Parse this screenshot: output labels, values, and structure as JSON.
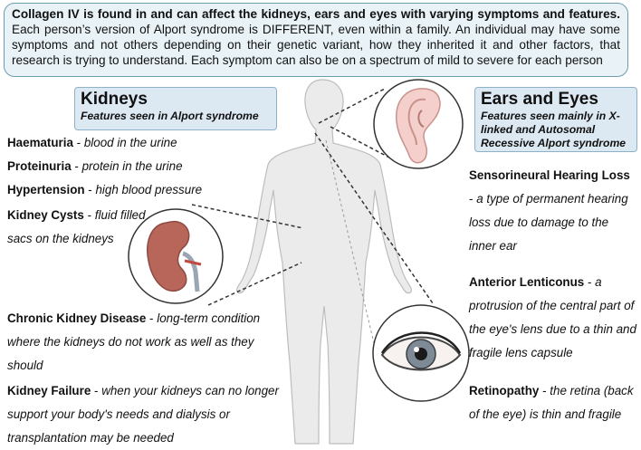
{
  "intro": {
    "lead": "Collagen IV is found in and can affect the kidneys, ears and eyes with varying symptoms and features.",
    "text": " Each person’s version of Alport syndrome is DIFFERENT, even within a family. An individual may have some symptoms and not others depending on their genetic variant, how they inherited it and other factors, that research is trying to understand. Each symptom can also be on a spectrum of mild to severe for each person"
  },
  "kidneys": {
    "title": "Kidneys",
    "subtitle": "Features seen in Alport syndrome",
    "features": [
      {
        "term": "Haematuria",
        "desc": "blood in the urine"
      },
      {
        "term": "Proteinuria",
        "desc": "protein in the urine"
      },
      {
        "term": "Hypertension",
        "desc": "high blood pressure"
      },
      {
        "term": "Kidney Cysts",
        "desc": "fluid filled sacs on the kidneys"
      },
      {
        "term": "Chronic Kidney Disease",
        "desc": "long-term condition where the kidneys do not work as well as they should"
      },
      {
        "term": "Kidney Failure",
        "desc": "when your kidneys can no longer support your body's needs and dialysis or transplantation may be needed"
      }
    ]
  },
  "ears_eyes": {
    "title": "Ears and Eyes",
    "subtitle": "Features seen mainly in X-linked and Autosomal Recessive Alport syndrome",
    "features": [
      {
        "term": "Sensorineural Hearing Loss",
        "desc": "a type of permanent hearing loss due to damage to the inner ear"
      },
      {
        "term": "Anterior Lenticonus",
        "desc": "a protrusion of the central part of the eye's lens due to a thin and fragile lens capsule"
      },
      {
        "term": "Retinopathy",
        "desc": "the retina (back of the eye) is thin and fragile"
      }
    ]
  },
  "sep": " - ",
  "colors": {
    "box_bg": "#e9f2f6",
    "box_border": "#6f9bb0",
    "body_fill": "#ebebeb",
    "body_stroke": "#bdbdbd"
  },
  "icons": [
    "human-body-icon",
    "ear-icon",
    "kidney-icon",
    "eye-icon"
  ]
}
